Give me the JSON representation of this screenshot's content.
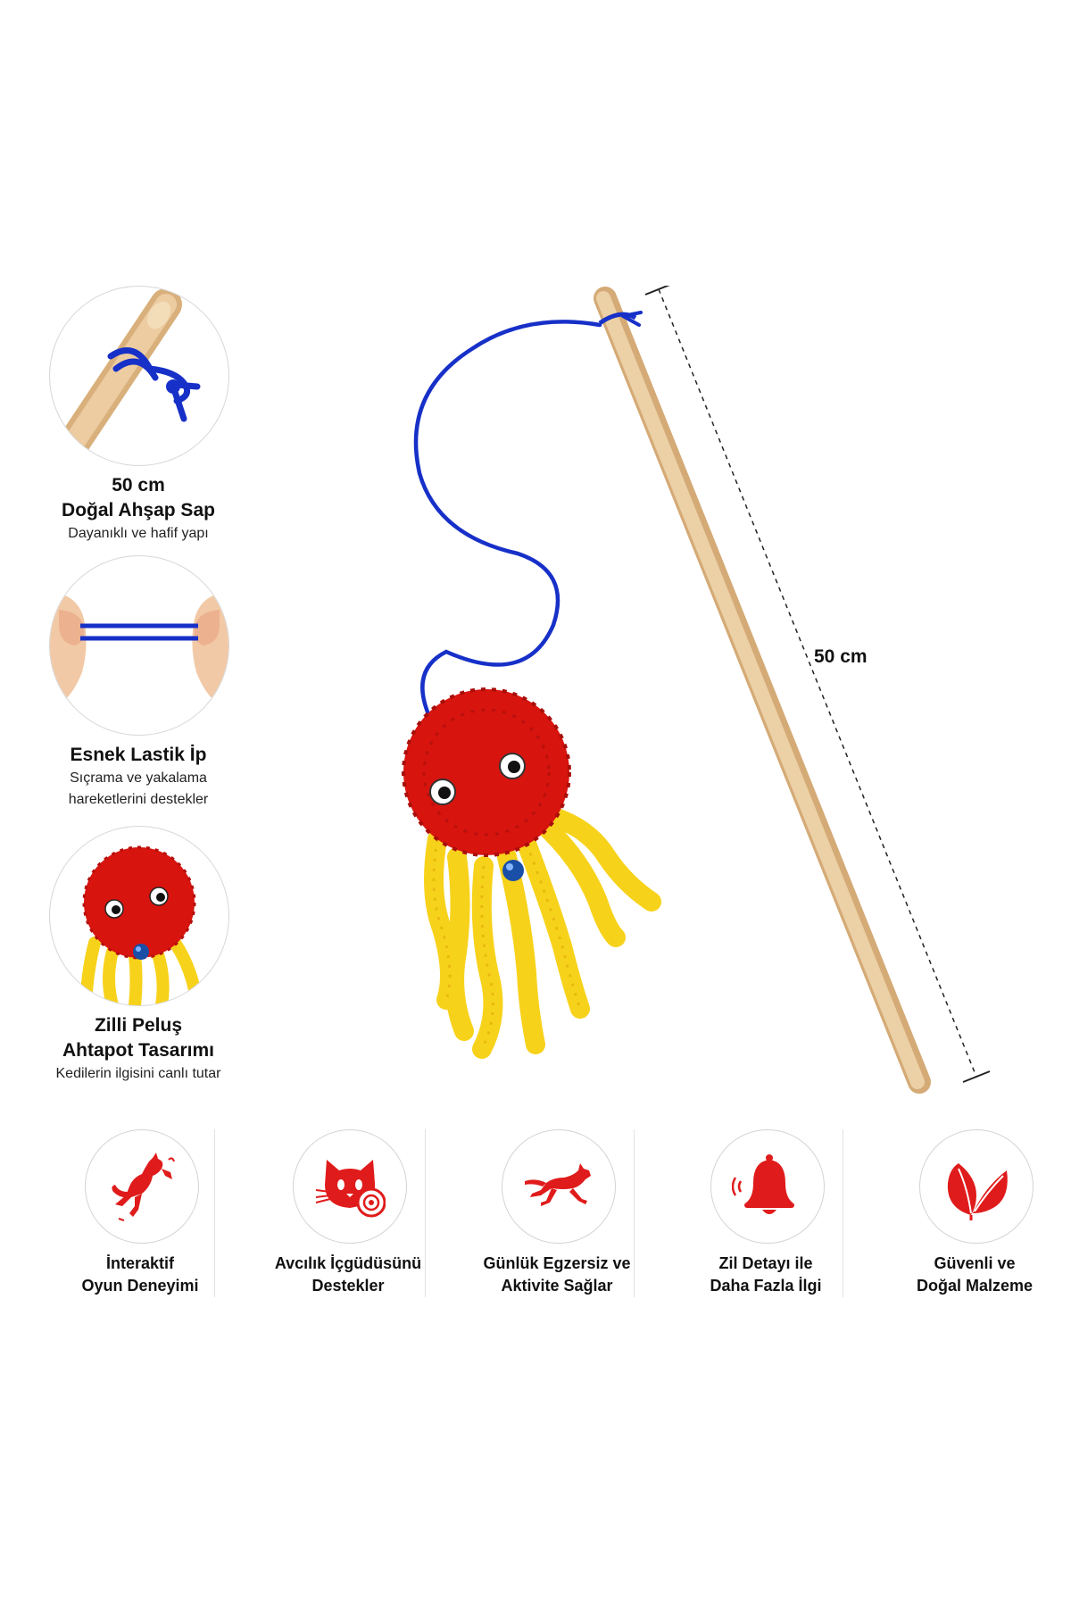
{
  "colors": {
    "accent_red": "#e01b1b",
    "rope_blue": "#1730c8",
    "wood": "#e9c79a",
    "tentacle_yellow": "#f7d21a",
    "circle_border": "#d6d6d6"
  },
  "features": [
    {
      "icon": "wooden-stick-knot-icon",
      "title_line1": "50 cm",
      "title_line2": "Doğal Ahşap Sap",
      "sub_line1": "Dayanıklı ve hafif yapı",
      "sub_line2": ""
    },
    {
      "icon": "stretch-rope-icon",
      "title_line1": "Esnek Lastik İp",
      "title_line2": "",
      "sub_line1": "Sıçrama ve yakalama",
      "sub_line2": "hareketlerini destekler"
    },
    {
      "icon": "plush-octopus-icon",
      "title_line1": "Zilli Peluş",
      "title_line2": "Ahtapot Tasarımı",
      "sub_line1": "Kedilerin ilgisini canlı tutar",
      "sub_line2": ""
    }
  ],
  "dimension_label": "50 cm",
  "benefits": [
    {
      "icon": "jumping-cat-icon",
      "line1": "İnteraktif",
      "line2": "Oyun Deneyimi"
    },
    {
      "icon": "cat-face-target-icon",
      "line1": "Avcılık İçgüdüsünü",
      "line2": "Destekler"
    },
    {
      "icon": "running-cat-icon",
      "line1": "Günlük Egzersiz ve",
      "line2": "Aktivite Sağlar"
    },
    {
      "icon": "bell-icon",
      "line1": "Zil Detayı ile",
      "line2": "Daha Fazla İlgi"
    },
    {
      "icon": "leaves-icon",
      "line1": "Güvenli ve",
      "line2": "Doğal Malzeme"
    }
  ]
}
